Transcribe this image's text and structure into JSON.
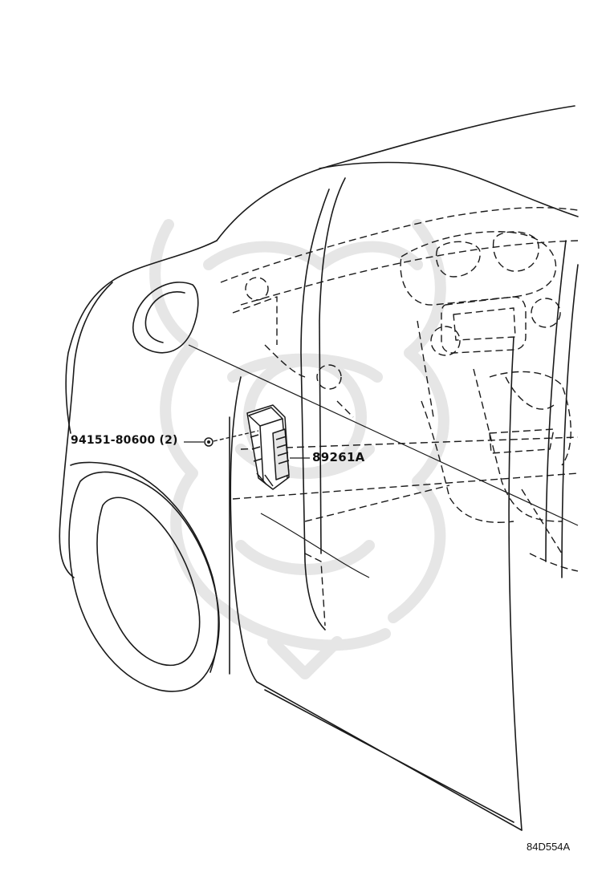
{
  "parts": [
    {
      "part_number": "94151-80600",
      "quantity": "(2)",
      "label": "94151-80600 (2)"
    },
    {
      "part_number": "89261A",
      "label": "89261A"
    }
  ],
  "figure_code": "84D554A",
  "colors": {
    "line": "#1a1a1a",
    "watermark": "#e8e8e8",
    "background": "#ffffff"
  },
  "icons": {
    "fastener": "nut-icon",
    "module": "control-module-icon"
  }
}
